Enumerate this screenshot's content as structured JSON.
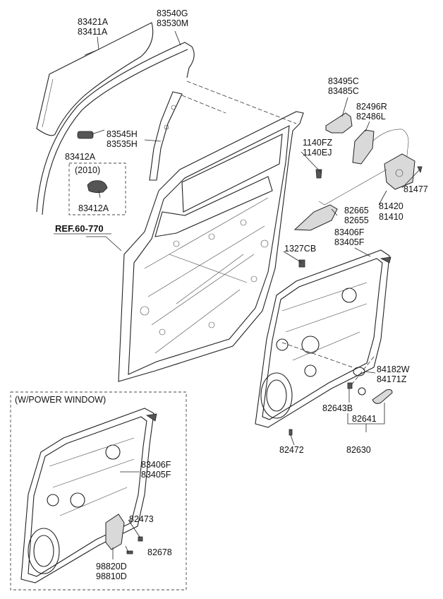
{
  "labels": {
    "glass": [
      "83421A",
      "83411A"
    ],
    "glass_run": [
      "83540G",
      "83530M"
    ],
    "channel": [
      "83545H",
      "83535H"
    ],
    "holder": "83412A",
    "holder_year": "(2010)",
    "holder_2010": "83412A",
    "ref": "REF.60-770",
    "latch_cover": [
      "83495C",
      "83485C"
    ],
    "rod": [
      "82496R",
      "82486L"
    ],
    "bolt": [
      "1140FZ",
      "1140EJ"
    ],
    "latch_screw": "81477",
    "latch": [
      "81420",
      "81410"
    ],
    "handle": [
      "82665",
      "82655"
    ],
    "clip": "1327CB",
    "module_panel": [
      "83406F",
      "83405F"
    ],
    "seal": [
      "84182W",
      "84171Z"
    ],
    "plug": "82643B",
    "crank_parts": "82641",
    "crank": "82630",
    "screw": "82472",
    "power_window_title": "(W/POWER WINDOW)",
    "pw_module": [
      "83406F",
      "83405F"
    ],
    "motor_bolt": "82473",
    "motor_screw": "82678",
    "motor": [
      "98820D",
      "98810D"
    ]
  }
}
